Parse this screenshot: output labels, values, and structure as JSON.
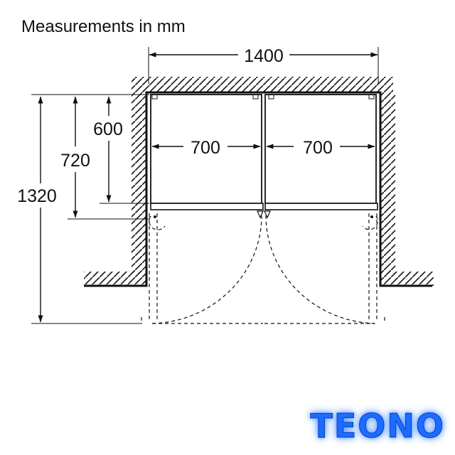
{
  "title": "Measurements in mm",
  "dimensions": {
    "total_width": "1400",
    "left_inner_width": "700",
    "right_inner_width": "700",
    "depth_body": "600",
    "depth_with_doors": "720",
    "depth_doors_open": "1320"
  },
  "brand": "TEONO"
}
